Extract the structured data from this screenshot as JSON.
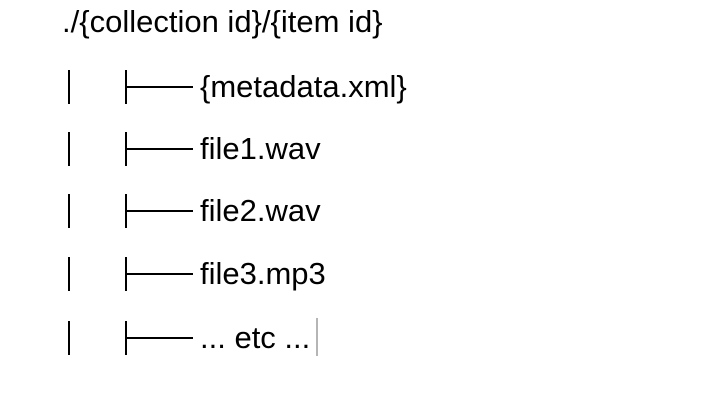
{
  "tree": {
    "root_label": "./{collection id}/{item id}",
    "entries": [
      {
        "label": "{metadata.xml}"
      },
      {
        "label": "file1.wav"
      },
      {
        "label": "file2.wav"
      },
      {
        "label": "file3.mp3"
      },
      {
        "label": "... etc ..."
      }
    ]
  }
}
